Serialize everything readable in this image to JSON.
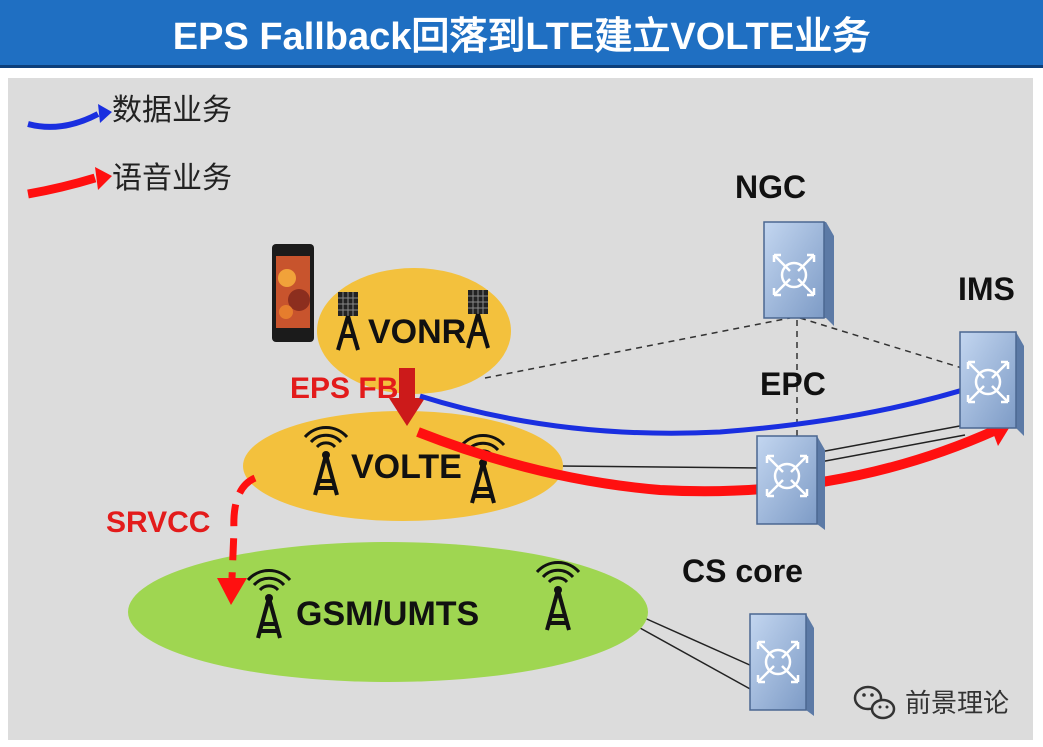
{
  "title": "EPS Fallback回落到LTE建立VOLTE业务",
  "legend": {
    "data": "数据业务",
    "voice": "语音业务"
  },
  "nodes": {
    "ngc": "NGC",
    "ims": "IMS",
    "epc": "EPC",
    "cs_core": "CS core"
  },
  "areas": {
    "vonr": "VONR",
    "volte": "VOLTE",
    "gsm_umts": "GSM/UMTS"
  },
  "labels": {
    "eps_fb": "EPS FB",
    "srvcc": "SRVCC"
  },
  "watermark": "前景理论",
  "colors": {
    "title_bar": "#1f6fc2",
    "data_arrow": "#1a2fe0",
    "voice_arrow": "#ff1010",
    "label_red": "#e31b1b",
    "ellipse_yellow": "#f3c13d",
    "ellipse_green": "#9fd651"
  }
}
